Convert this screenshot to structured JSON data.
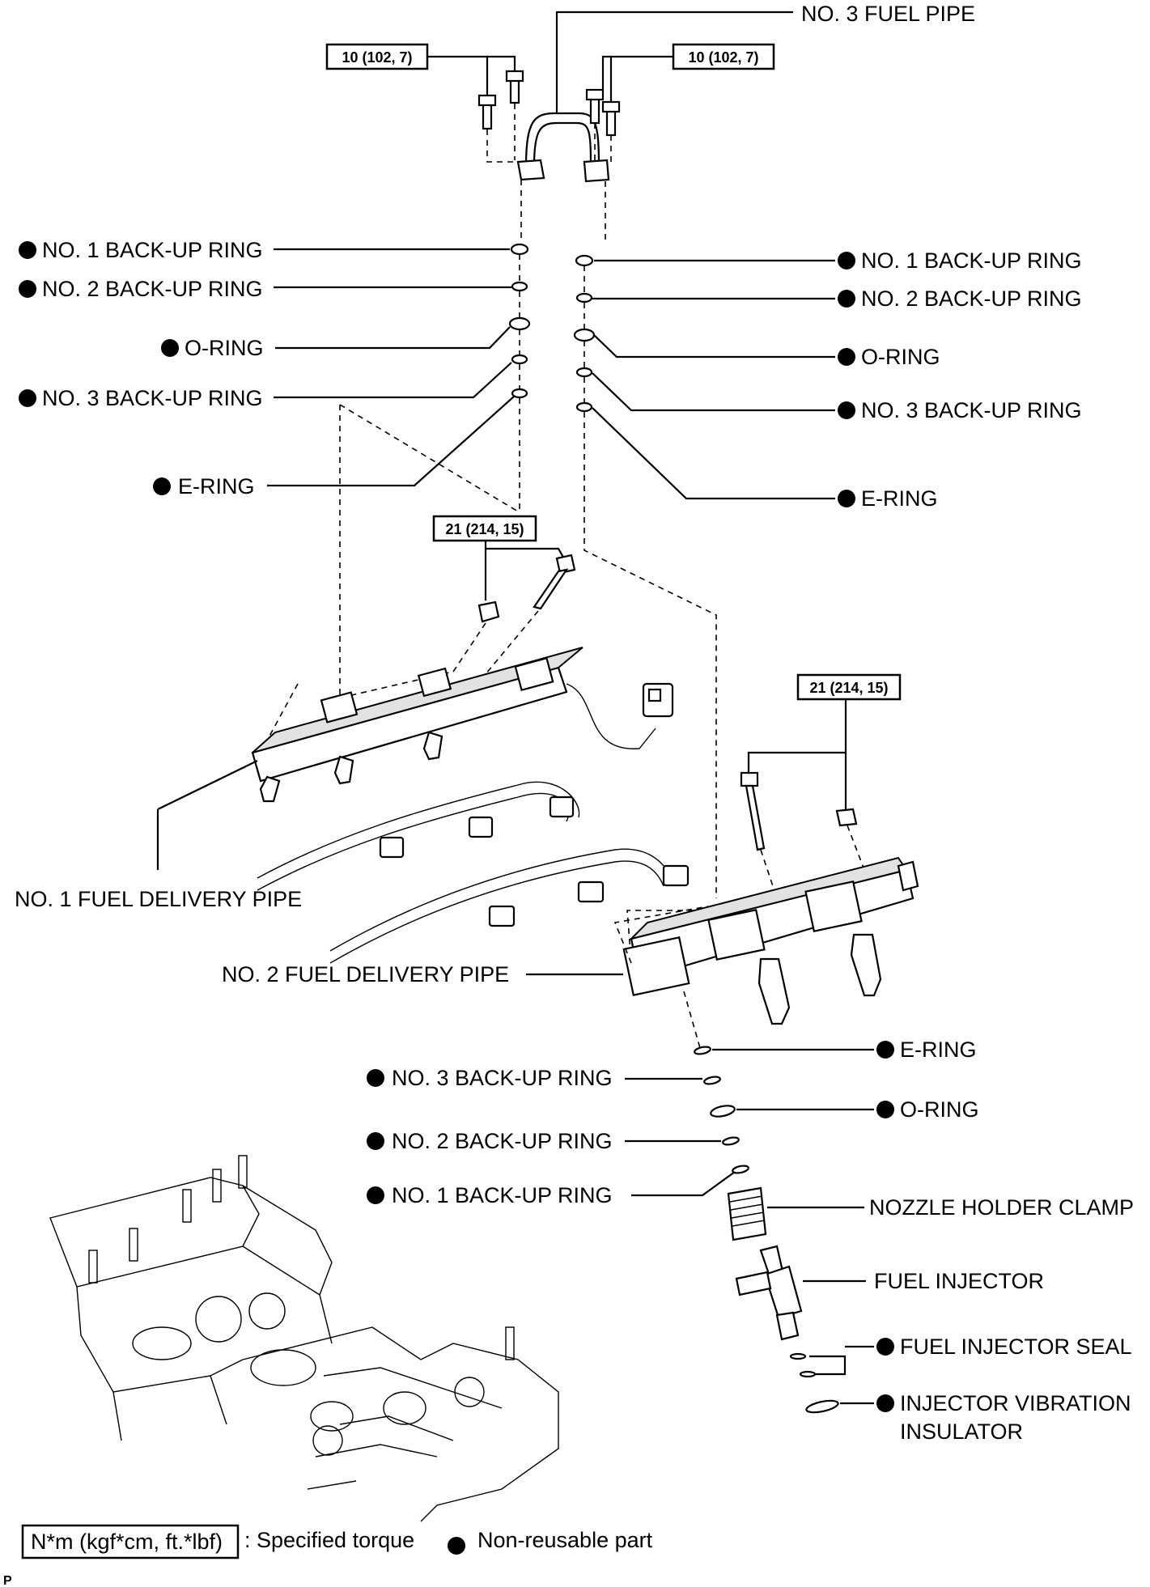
{
  "labels": {
    "no3_fuel_pipe": "NO. 3 FUEL PIPE",
    "left_no1_backup": "NO. 1 BACK-UP RING",
    "left_no2_backup": "NO. 2 BACK-UP RING",
    "left_oring": "O-RING",
    "left_no3_backup": "NO. 3 BACK-UP RING",
    "left_ering": "E-RING",
    "right_no1_backup": "NO. 1 BACK-UP RING",
    "right_no2_backup": "NO. 2 BACK-UP RING",
    "right_oring": "O-RING",
    "right_no3_backup": "NO. 3 BACK-UP RING",
    "right_ering": "E-RING",
    "no1_delivery": "NO. 1 FUEL DELIVERY PIPE",
    "no2_delivery": "NO. 2 FUEL DELIVERY PIPE",
    "low_ering": "E-RING",
    "low_no3_backup": "NO. 3 BACK-UP RING",
    "low_oring": "O-RING",
    "low_no2_backup": "NO. 2 BACK-UP RING",
    "low_no1_backup": "NO. 1 BACK-UP RING",
    "nozzle_clamp": "NOZZLE HOLDER CLAMP",
    "injector": "FUEL INJECTOR",
    "injector_seal": "FUEL INJECTOR SEAL",
    "vibration_insulator_1": "INJECTOR VIBRATION",
    "vibration_insulator_2": "INSULATOR"
  },
  "torque": {
    "top_left": "10 (102, 7)",
    "top_right": "10 (102, 7)",
    "middle": "21 (214, 15)",
    "right": "21 (214, 15)"
  },
  "legend": {
    "torque_box": "N*m (kgf*cm, ft.*lbf)",
    "torque_text": ": Specified torque",
    "nonreusable_text": "Non-reusable part"
  },
  "corner_mark": "P"
}
